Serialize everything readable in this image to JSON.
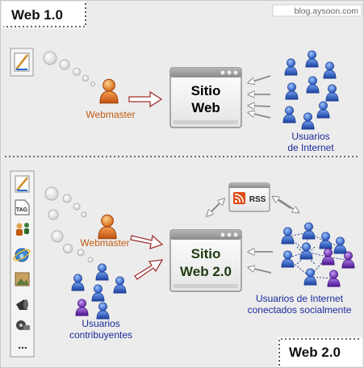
{
  "header": {
    "web1_title": "Web 1.0",
    "site_credit": "blog.aysoon.com"
  },
  "web1": {
    "webmaster_label": "Webmaster",
    "site_label_line1": "Sitio",
    "site_label_line2": "Web",
    "users_label_line1": "Usuarios",
    "users_label_line2": "de Internet"
  },
  "web2": {
    "title": "Web 2.0",
    "webmaster_label": "Webmaster",
    "site_label_line1": "Sitio",
    "site_label_line2": "Web 2.0",
    "rss_label": "RSS",
    "contributors_label_line1": "Usuarios",
    "contributors_label_line2": "contribuyentes",
    "social_label_line1": "Usuarios de Internet",
    "social_label_line2": "conectados socialmente",
    "toolbar_more": "..."
  },
  "colors": {
    "webmaster_text": "#c05a10",
    "users_text": "#1b2a9a",
    "site_text": "#000000",
    "web2_site_text": "#1e3a10",
    "accent_rss": "#e04b16",
    "user_blue": "#2d5fc7",
    "user_purple": "#6a2bb0",
    "webmaster_orange": "#e07a1c"
  },
  "icons": {
    "web1_toolbar": [
      "pencil-ruler-icon"
    ],
    "web2_toolbar": [
      "pencil-ruler-icon",
      "tag-icon",
      "people-share-icon",
      "ie-icon",
      "photo-icon",
      "megaphone-icon",
      "film-reel-icon",
      "more-icon"
    ]
  }
}
